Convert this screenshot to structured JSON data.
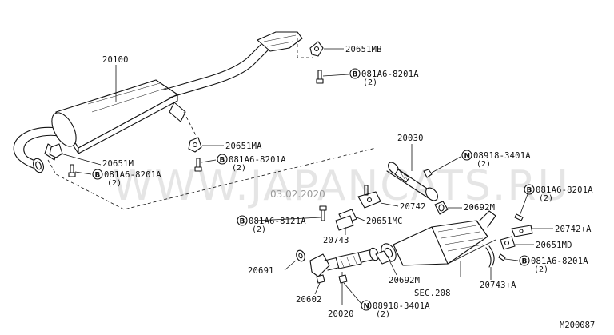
{
  "watermark": "WWW.JAPANCATS.RU",
  "date_stamp": "03.02.2020",
  "diagram_code": "M200087",
  "parts": [
    {
      "id": "p20100",
      "label": "20100"
    },
    {
      "id": "p20651MB",
      "label": "20651MB"
    },
    {
      "id": "pbolt1",
      "letter": "B",
      "label": "081A6-8201A",
      "qty": "(2)"
    },
    {
      "id": "p20651MA",
      "label": "20651MA"
    },
    {
      "id": "pbolt2",
      "letter": "B",
      "label": "081A6-8201A",
      "qty": "(2)"
    },
    {
      "id": "p20651M",
      "label": "20651M"
    },
    {
      "id": "pbolt3",
      "letter": "B",
      "label": "081A6-8201A",
      "qty": "(2)"
    },
    {
      "id": "p20030",
      "label": "20030"
    },
    {
      "id": "pnut1",
      "letter": "N",
      "label": "08918-3401A",
      "qty": "(2)"
    },
    {
      "id": "p20742",
      "label": "20742"
    },
    {
      "id": "pbolt4",
      "letter": "B",
      "label": "081A6-8121A",
      "qty": "(2)"
    },
    {
      "id": "p20651MC",
      "label": "20651MC"
    },
    {
      "id": "p20743",
      "label": "20743"
    },
    {
      "id": "p20692M_a",
      "label": "20692M"
    },
    {
      "id": "pbolt5",
      "letter": "B",
      "label": "081A6-8201A",
      "qty": "(2)"
    },
    {
      "id": "p20742A",
      "label": "20742+A"
    },
    {
      "id": "p20651MD",
      "label": "20651MD"
    },
    {
      "id": "pbolt6",
      "letter": "B",
      "label": "081A6-8201A",
      "qty": "(2)"
    },
    {
      "id": "p20691",
      "label": "20691"
    },
    {
      "id": "p20692M_b",
      "label": "20692M"
    },
    {
      "id": "psec",
      "label": "SEC.208"
    },
    {
      "id": "p20743A",
      "label": "20743+A"
    },
    {
      "id": "p20602",
      "label": "20602"
    },
    {
      "id": "p20020",
      "label": "20020"
    },
    {
      "id": "pnut2",
      "letter": "N",
      "label": "08918-3401A",
      "qty": "(2)"
    }
  ]
}
